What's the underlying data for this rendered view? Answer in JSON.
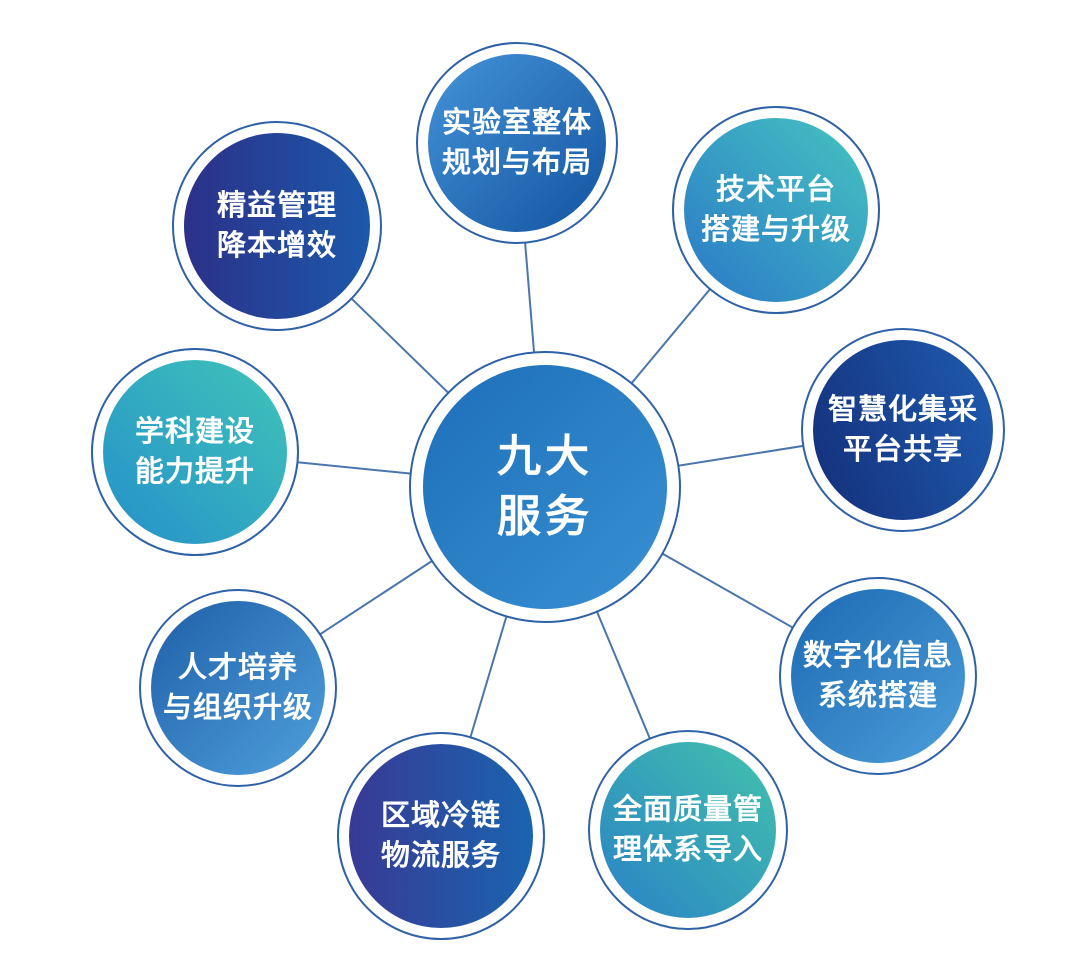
{
  "diagram": {
    "line_color": "#4A76AC",
    "ring_color": "#2E61A6",
    "background": "#FFFFFF"
  },
  "center": {
    "line1": "九大",
    "line2": "服务",
    "gradient": "linear-gradient(135deg, #1D6FB9 0%, #3890D2 100%)"
  },
  "nodes": [
    {
      "id": "lab-planning",
      "line1": "实验室整体",
      "line2": "规划与布局",
      "gradient": "linear-gradient(135deg, #4494D8 0%, #1353A0 100%)"
    },
    {
      "id": "tech-platform",
      "line1": "技术平台",
      "line2": "搭建与升级",
      "gradient": "linear-gradient(225deg, #46C4C0 0%, #2A78C8 100%)"
    },
    {
      "id": "smart-procurement",
      "line1": "智慧化集采",
      "line2": "平台共享",
      "gradient": "linear-gradient(70deg, #142F7A 0%, #1F5CB0 100%)"
    },
    {
      "id": "digital-info",
      "line1": "数字化信息",
      "line2": "系统搭建",
      "gradient": "linear-gradient(135deg, #1C69B2 0%, #4C9EDA 100%)"
    },
    {
      "id": "quality-mgmt",
      "line1": "全面质量管",
      "line2": "理体系导入",
      "gradient": "linear-gradient(225deg, #42C2AC 0%, #2A82C6 100%)"
    },
    {
      "id": "cold-chain",
      "line1": "区域冷链",
      "line2": "物流服务",
      "gradient": "linear-gradient(90deg, #383A94 0%, #1A64B0 100%)"
    },
    {
      "id": "talent",
      "line1": "人才培养",
      "line2": "与组织升级",
      "gradient": "linear-gradient(135deg, #1F5FA8 0%, #4FA0DC 100%)"
    },
    {
      "id": "discipline",
      "line1": "学科建设",
      "line2": "能力提升",
      "gradient": "linear-gradient(225deg, #40C4B8 0%, #2590CA 100%)"
    },
    {
      "id": "lean-mgmt",
      "line1": "精益管理",
      "line2": "降本增效",
      "gradient": "linear-gradient(90deg, #2C3189 0%, #1C58AA 100%)"
    }
  ]
}
